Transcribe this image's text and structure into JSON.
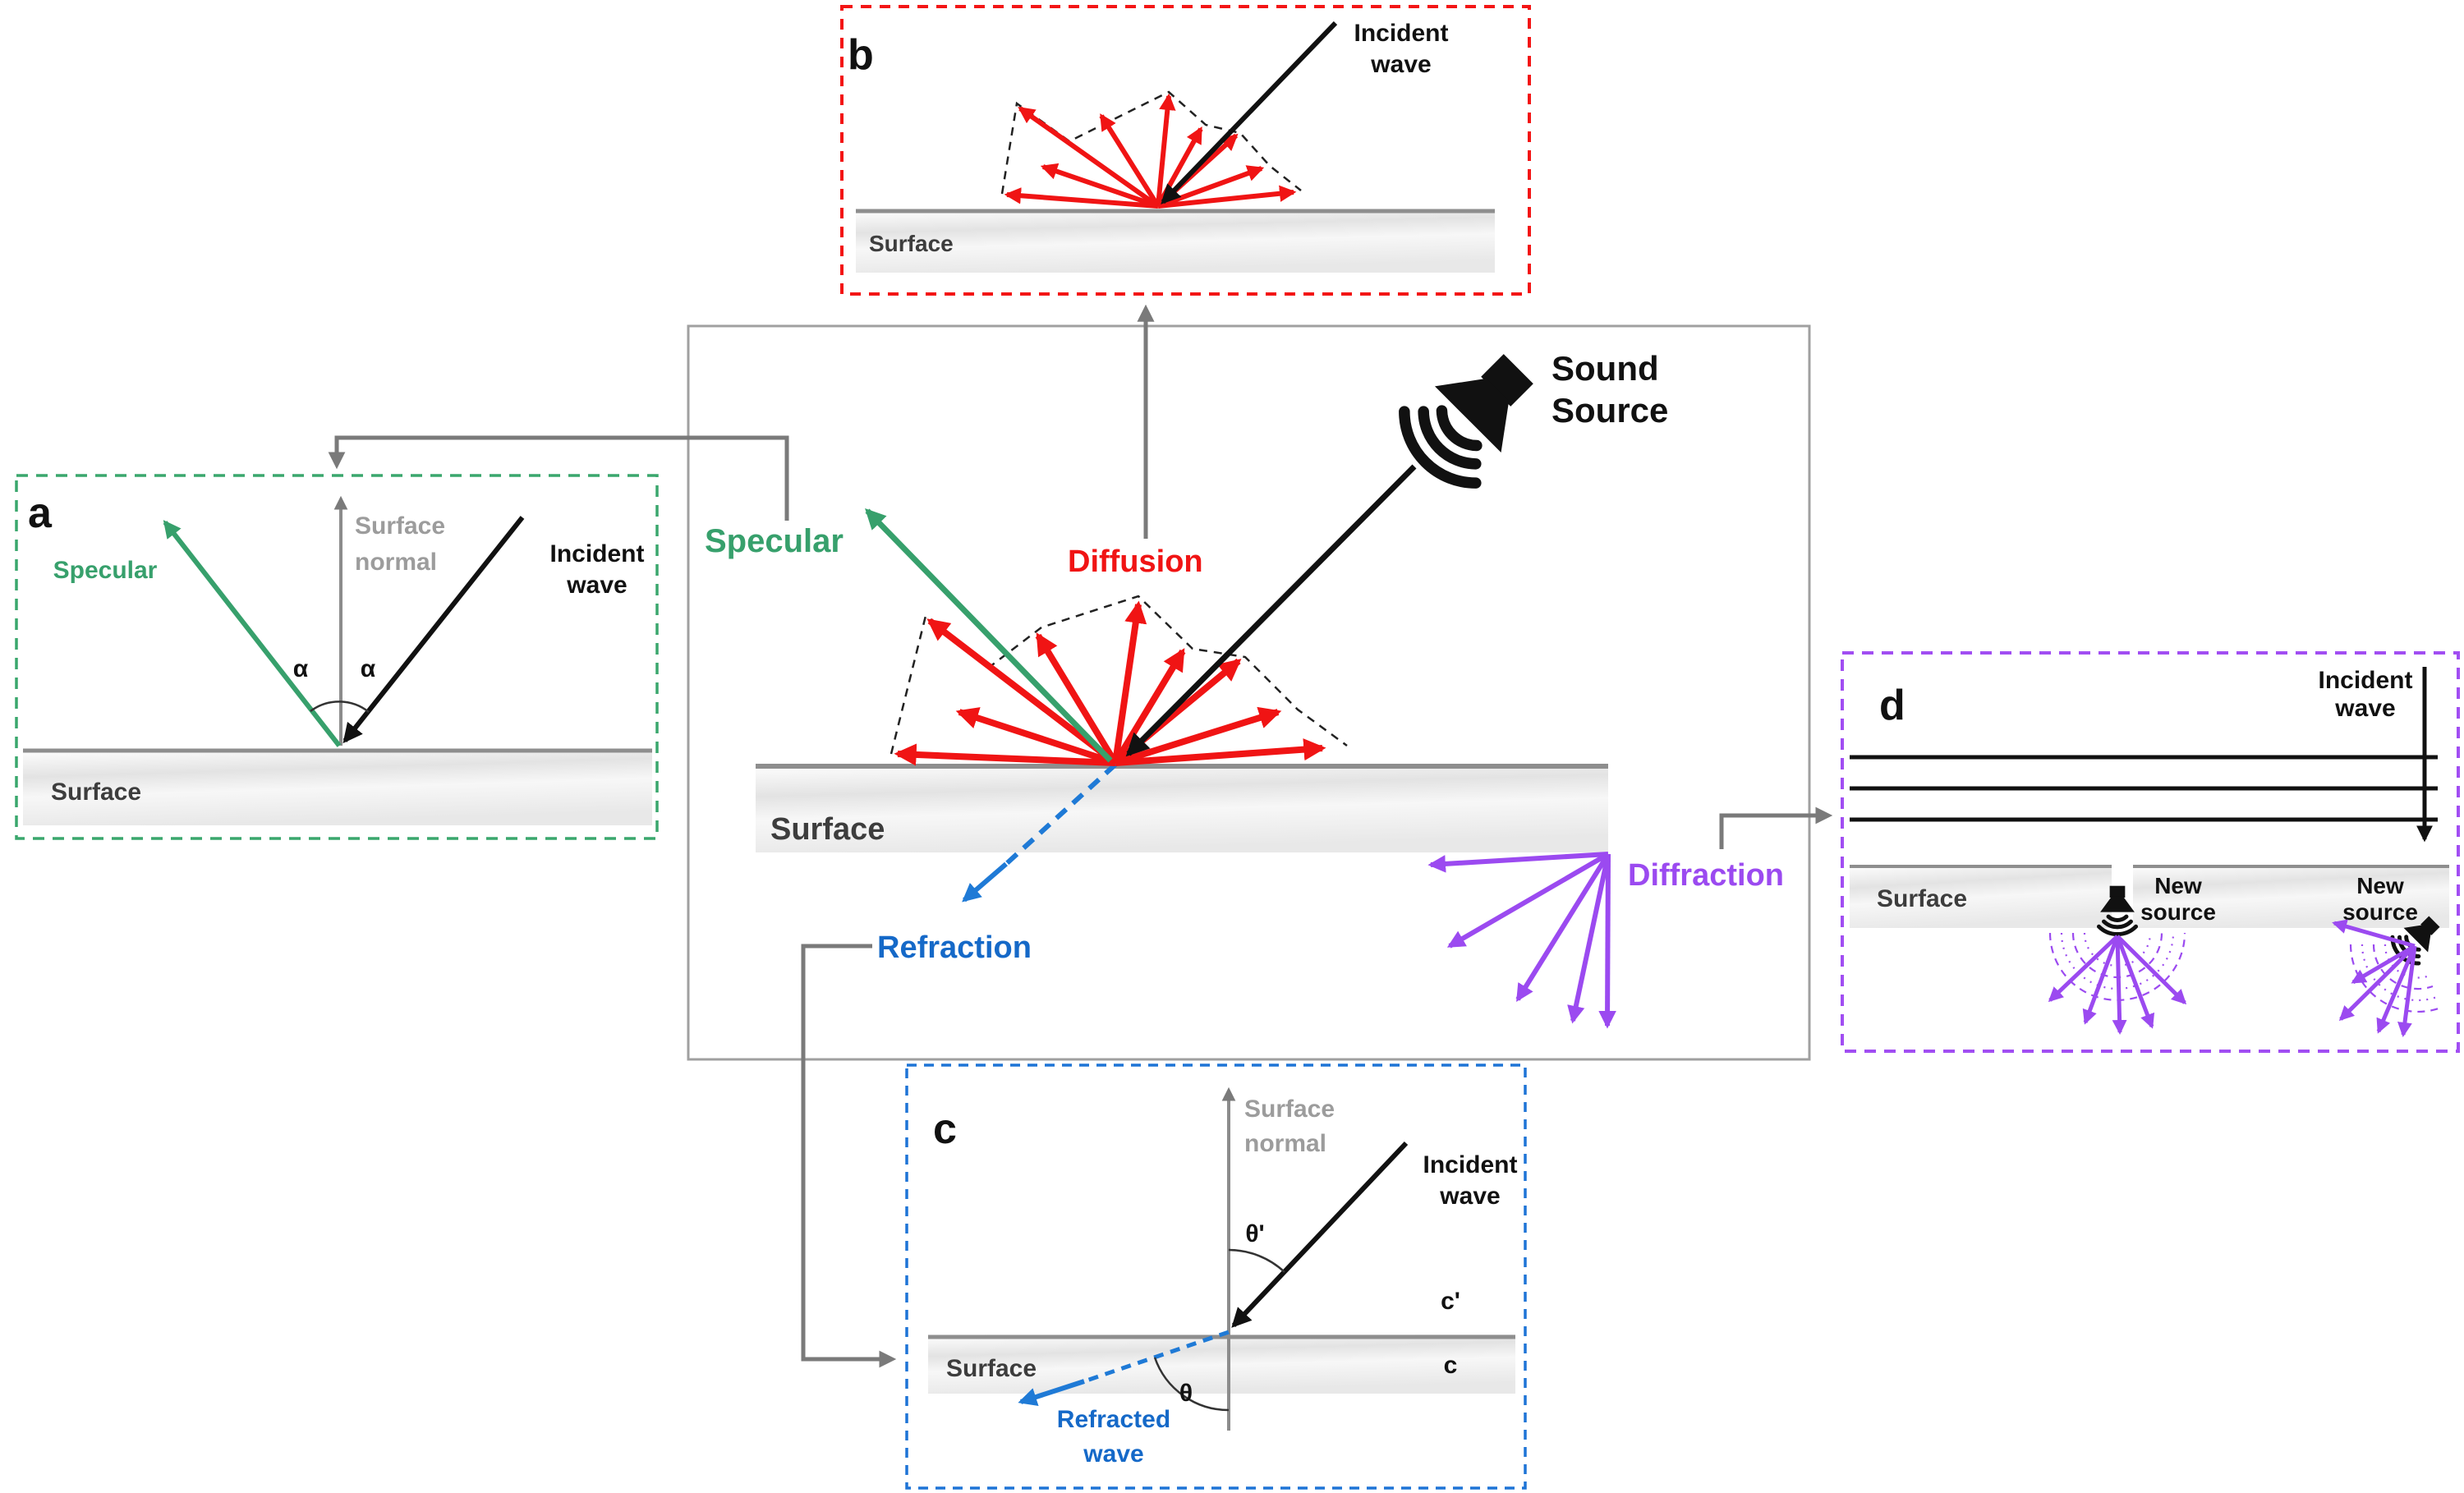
{
  "figure": {
    "palette": {
      "diffusion_red": "#f01414",
      "specular_green": "#37a06c",
      "refraction_blue": "#1569c8",
      "diffraction_purple": "#9b4af0",
      "connector_gray": "#7a7a7a",
      "surface_label_gray": "#3d3d3d",
      "normal_gray": "#9c9c9c",
      "panel_a_border": "#3aa76d",
      "panel_b_border": "#f31515",
      "panel_c_border": "#1e74d6",
      "panel_d_border": "#a14ef2"
    }
  },
  "main": {
    "sound_source": {
      "line1": "Sound",
      "line2": "Source"
    },
    "labels": {
      "specular": "Specular",
      "diffusion": "Diffusion",
      "refraction": "Refraction",
      "diffraction": "Diffraction"
    },
    "surface_label": "Surface"
  },
  "panel_a": {
    "tag": "a",
    "surface_normal": {
      "line1": "Surface",
      "line2": "normal"
    },
    "specular_label": "Specular",
    "incident": {
      "line1": "Incident",
      "line2": "wave"
    },
    "angle_left": "α",
    "angle_right": "α",
    "surface_label": "Surface"
  },
  "panel_b": {
    "tag": "b",
    "incident": {
      "line1": "Incident",
      "line2": "wave"
    },
    "surface_label": "Surface"
  },
  "panel_c": {
    "tag": "c",
    "surface_normal": {
      "line1": "Surface",
      "line2": "normal"
    },
    "incident": {
      "line1": "Incident",
      "line2": "wave"
    },
    "angle_incident": "θ'",
    "angle_refracted": "θ",
    "speed_above": "c'",
    "speed_below": "c",
    "surface_label": "Surface",
    "refracted": {
      "line1": "Refracted",
      "line2": "wave"
    }
  },
  "panel_d": {
    "tag": "d",
    "incident": {
      "line1": "Incident",
      "line2": "wave"
    },
    "surface_label": "Surface",
    "new_source_left": {
      "line1": "New",
      "line2": "source"
    },
    "new_source_right": {
      "line1": "New",
      "line2": "source"
    }
  }
}
